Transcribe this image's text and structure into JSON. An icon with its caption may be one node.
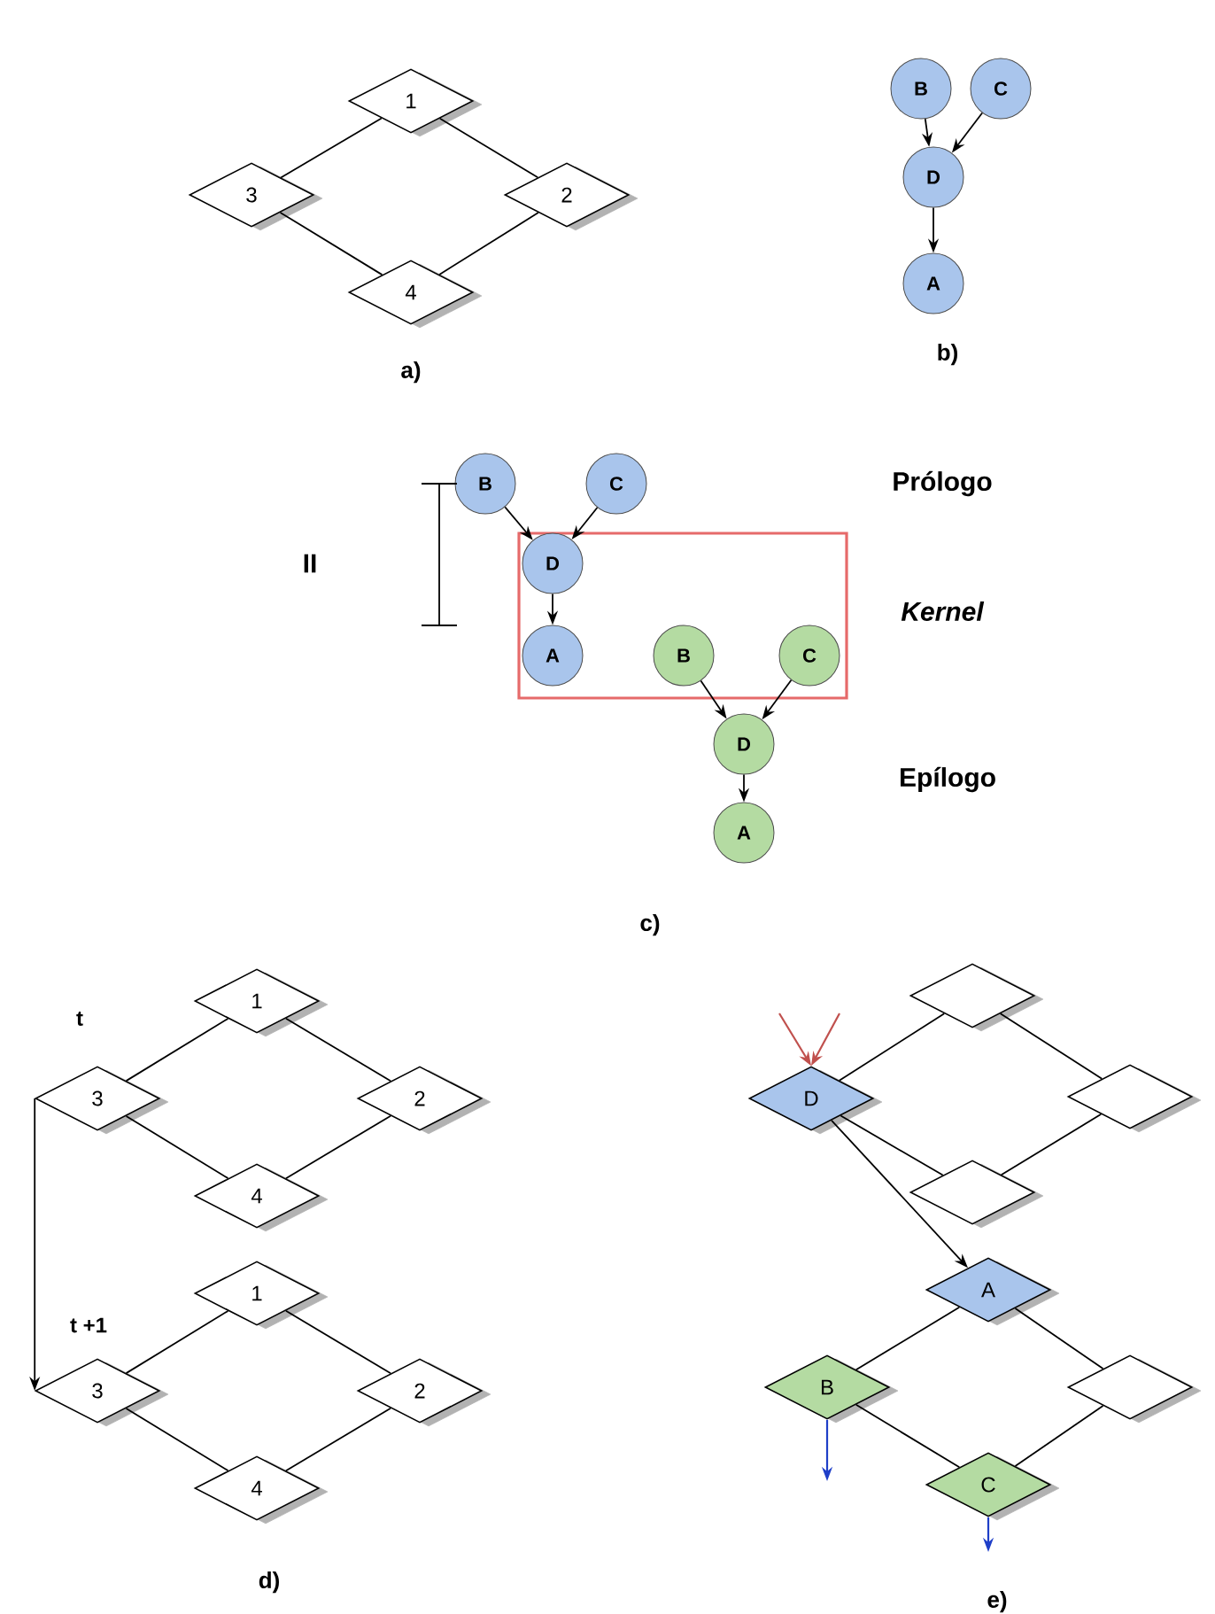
{
  "diagram": {
    "nodes": [
      {
        "text": [
          "1"
        ]
      },
      {
        "text": [
          "3"
        ]
      },
      {
        "text": [
          "2"
        ]
      },
      {
        "text": [
          "4"
        ]
      },
      {
        "text": [
          "B"
        ]
      },
      {
        "text": [
          "C"
        ]
      },
      {
        "text": [
          "D"
        ]
      },
      {
        "text": [
          "A"
        ]
      },
      {
        "text": [
          "Kernel"
        ]
      },
      {
        "text": [
          "B"
        ]
      },
      {
        "text": [
          "C"
        ]
      },
      {
        "text": [
          "D"
        ],
        "in": 8
      },
      {
        "text": [
          "A"
        ],
        "in": 8
      },
      {
        "text": [
          "B"
        ],
        "in": 8
      },
      {
        "text": [
          "C"
        ],
        "in": 8
      },
      {
        "text": [
          "D"
        ]
      },
      {
        "text": [
          "A"
        ]
      },
      {
        "text": [
          "1"
        ]
      },
      {
        "text": [
          "3"
        ]
      },
      {
        "text": [
          "2"
        ]
      },
      {
        "text": [
          "4"
        ]
      },
      {
        "text": [
          "1"
        ]
      },
      {
        "text": [
          "3"
        ]
      },
      {
        "text": [
          "2"
        ]
      },
      {
        "text": [
          "4"
        ]
      },
      {
        "text": [],
        "shape": "diamond"
      },
      {
        "text": [
          "D"
        ]
      },
      {
        "text": [],
        "shape": "diamond"
      },
      {
        "text": [],
        "shape": "diamond"
      },
      {
        "text": [
          "A"
        ]
      },
      {
        "text": [
          "B"
        ]
      },
      {
        "text": [],
        "shape": "diamond"
      },
      {
        "text": [
          "C"
        ]
      }
    ],
    "edges": [
      {
        "from": 0,
        "to": 1,
        "arrow": "none"
      },
      {
        "from": 0,
        "to": 2,
        "arrow": "none"
      },
      {
        "from": 1,
        "to": 3,
        "arrow": "none"
      },
      {
        "from": 3,
        "to": 2,
        "arrow": "none"
      },
      {
        "from": 4,
        "to": 6,
        "arrow": "to"
      },
      {
        "from": 5,
        "to": 6,
        "arrow": "to"
      },
      {
        "from": 6,
        "to": 7,
        "arrow": "to"
      },
      {
        "from": 9,
        "to": 11,
        "arrow": "to"
      },
      {
        "from": 10,
        "to": 11,
        "arrow": "to"
      },
      {
        "from": 11,
        "to": 12,
        "arrow": "to"
      },
      {
        "from": 13,
        "to": 15,
        "arrow": "to"
      },
      {
        "from": 14,
        "to": 15,
        "arrow": "to"
      },
      {
        "from": 15,
        "to": 16,
        "arrow": "to"
      },
      {
        "from": 17,
        "to": 18,
        "arrow": "none"
      },
      {
        "from": 17,
        "to": 19,
        "arrow": "none"
      },
      {
        "from": 18,
        "to": 20,
        "arrow": "none"
      },
      {
        "from": 20,
        "to": 19,
        "arrow": "none"
      },
      {
        "from": 21,
        "to": 22,
        "arrow": "none"
      },
      {
        "from": 21,
        "to": 23,
        "arrow": "none"
      },
      {
        "from": 22,
        "to": 24,
        "arrow": "none"
      },
      {
        "from": 24,
        "to": 23,
        "arrow": "none"
      },
      {
        "from": 18,
        "to": 22,
        "arrow": "to"
      },
      {
        "from": 26,
        "to": 25,
        "arrow": "none"
      },
      {
        "from": 25,
        "to": 27,
        "arrow": "none"
      },
      {
        "from": 26,
        "to": 28,
        "arrow": "none"
      },
      {
        "from": 28,
        "to": 27,
        "arrow": "none"
      },
      {
        "from": 26,
        "to": 29,
        "arrow": "to"
      },
      {
        "from": 29,
        "to": 30,
        "arrow": "none"
      },
      {
        "from": 29,
        "to": 31,
        "arrow": "none"
      },
      {
        "from": 30,
        "to": 32,
        "arrow": "none"
      },
      {
        "from": 31,
        "to": 32,
        "arrow": "none"
      },
      {
        "from": null,
        "to": 26,
        "arrow": "to",
        "color": "#c0504d"
      },
      {
        "from": null,
        "to": 26,
        "arrow": "to",
        "color": "#c0504d"
      },
      {
        "from": 30,
        "to": null,
        "arrow": "to",
        "color": "#1f3fc8"
      },
      {
        "from": 32,
        "to": null,
        "arrow": "to",
        "color": "#1f3fc8"
      }
    ],
    "labels": [
      "a)",
      "b)",
      "Prólogo",
      "II",
      "Epílogo",
      "c)",
      "t",
      "t +1",
      "d)",
      "e)"
    ]
  }
}
